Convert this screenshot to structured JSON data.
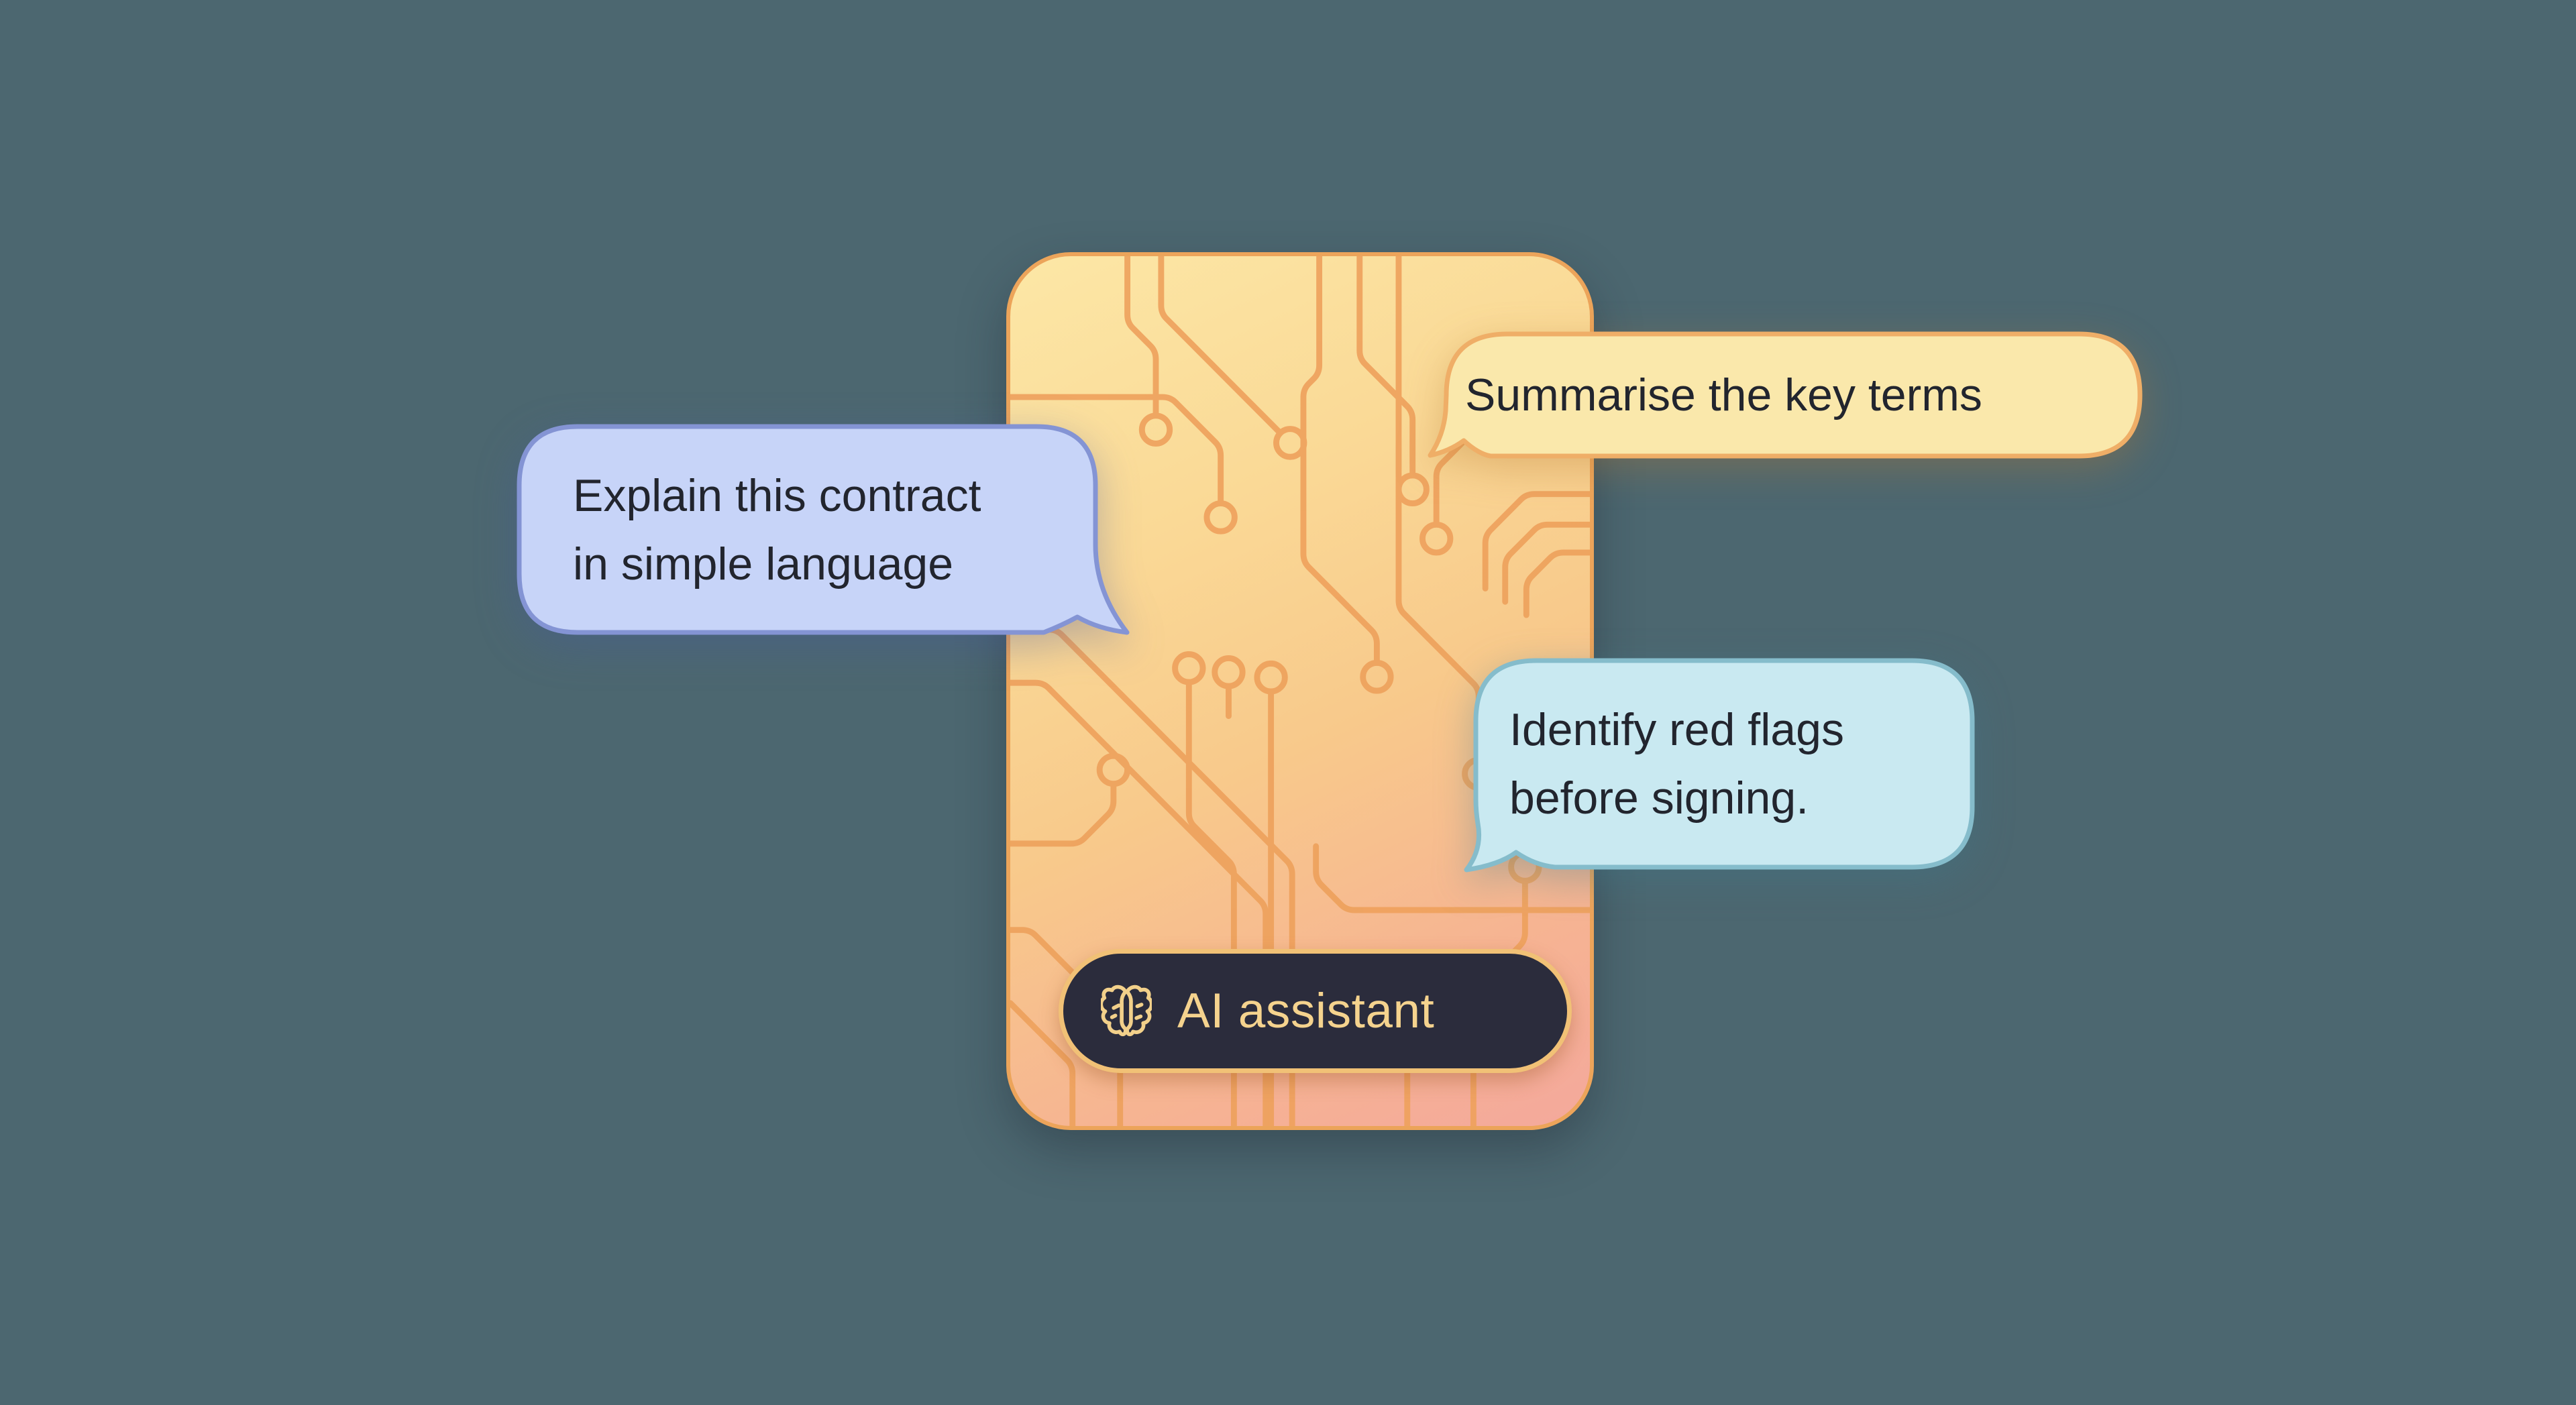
{
  "scene": {
    "background_color": "#4C6770"
  },
  "card": {
    "gradient_top": "#FCE7A6",
    "gradient_bottom": "#F4A89C",
    "border_color": "#ECA45A",
    "trace_color": "#EEA15C"
  },
  "bubbles": {
    "explain": {
      "lines": [
        "Explain this contract",
        "in simple language"
      ],
      "fill": "#C7D4F8",
      "border": "#8494D4",
      "text_color": "#22252E"
    },
    "summarise": {
      "lines": [
        "Summarise the key terms"
      ],
      "fill": "#FAE8AB",
      "border": "#EFAE67",
      "text_color": "#22252E"
    },
    "red_flags": {
      "lines": [
        "Identify red flags",
        "before signing."
      ],
      "fill": "#C9E9F1",
      "border": "#85BCCB",
      "text_color": "#22252E"
    }
  },
  "assistant_button": {
    "label": "AI assistant",
    "icon": "brain-icon",
    "fill": "#2B2C3C",
    "border_color": "#F1C176",
    "text_color": "#F5D38E"
  }
}
